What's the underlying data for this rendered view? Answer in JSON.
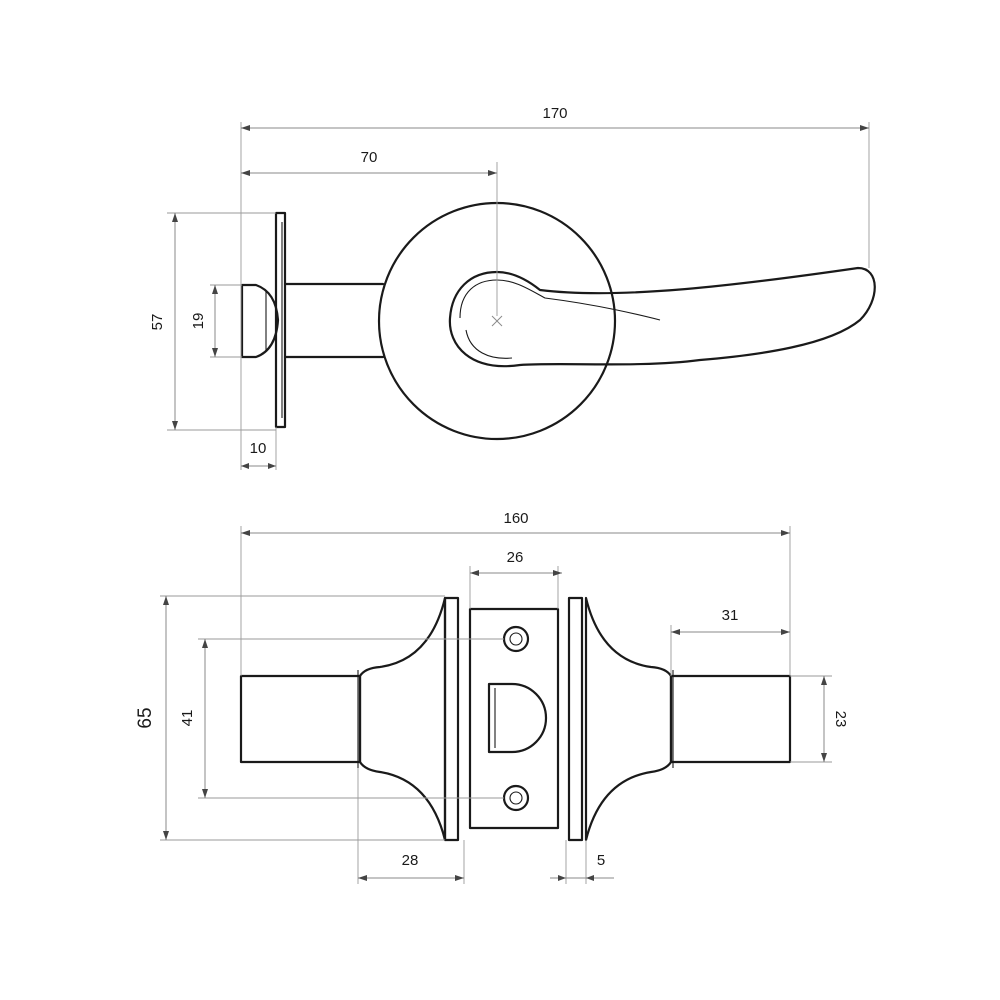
{
  "dimensions": {
    "top_view": {
      "overall_length": "170",
      "spindle_offset": "70",
      "rose_height": "57",
      "latch_height": "19",
      "plate_offset": "10"
    },
    "bottom_view": {
      "overall_length": "160",
      "strike_width": "26",
      "shaft_length": "31",
      "rose_height": "65",
      "screw_spacing": "41",
      "shaft_diameter": "23",
      "neck_length": "28",
      "plate_thickness": "5"
    }
  }
}
